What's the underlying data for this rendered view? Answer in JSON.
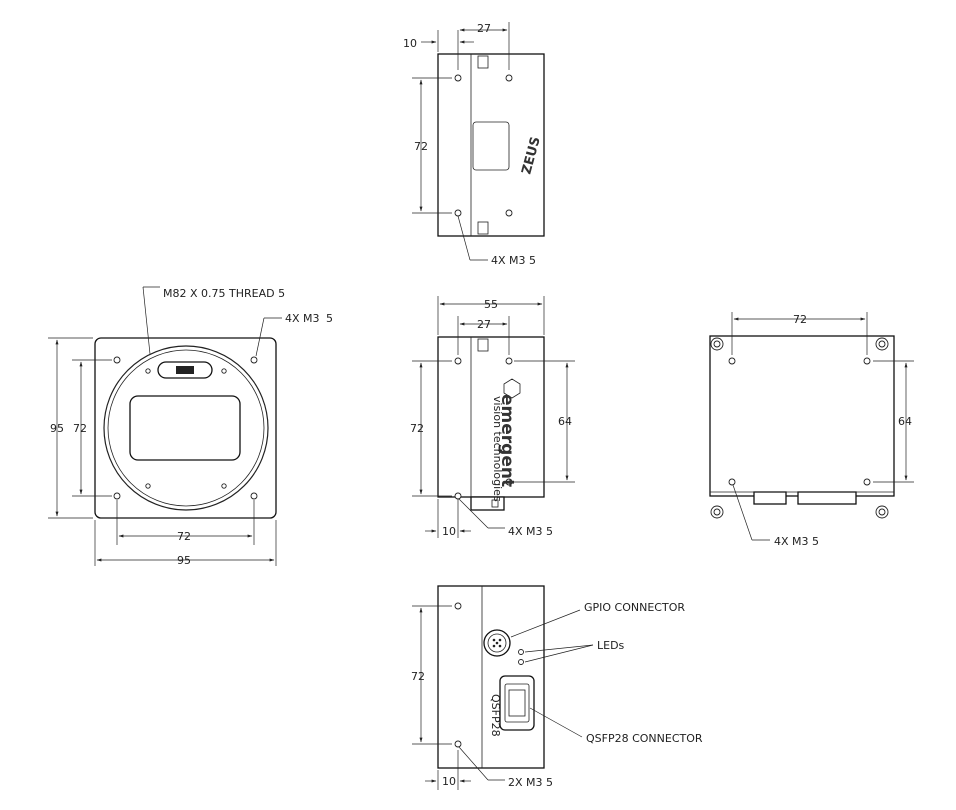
{
  "colors": {
    "line": "#111111",
    "text": "#222222",
    "background": "#ffffff"
  },
  "top_view": {
    "dim_10": "10",
    "dim_27": "27",
    "dim_72": "72",
    "callout": "4X M3 5",
    "brand_text": "ZEUS"
  },
  "front_view": {
    "thread_callout": "M82 X 0.75 THREAD 5",
    "hole_callout": "4X M3",
    "hole_depth": "5",
    "dim_95_height": "95",
    "dim_72_height": "72",
    "dim_72_width": "72",
    "dim_95_width": "95"
  },
  "side_view": {
    "dim_55": "55",
    "dim_27": "27",
    "dim_72": "72",
    "dim_64": "64",
    "dim_10": "10",
    "callout": "4X M3 5",
    "brand_text": "emergent",
    "brand_subtext": "vision technologies"
  },
  "back_view": {
    "dim_72": "72",
    "dim_64": "64",
    "callout": "4X M3 5"
  },
  "bottom_view": {
    "dim_72": "72",
    "dim_10": "10",
    "callout": "2X M3 5",
    "gpio_label": "GPIO CONNECTOR",
    "leds_label": "LEDs",
    "qsfp_label": "QSFP28 CONNECTOR",
    "port_text": "QSFP28"
  }
}
